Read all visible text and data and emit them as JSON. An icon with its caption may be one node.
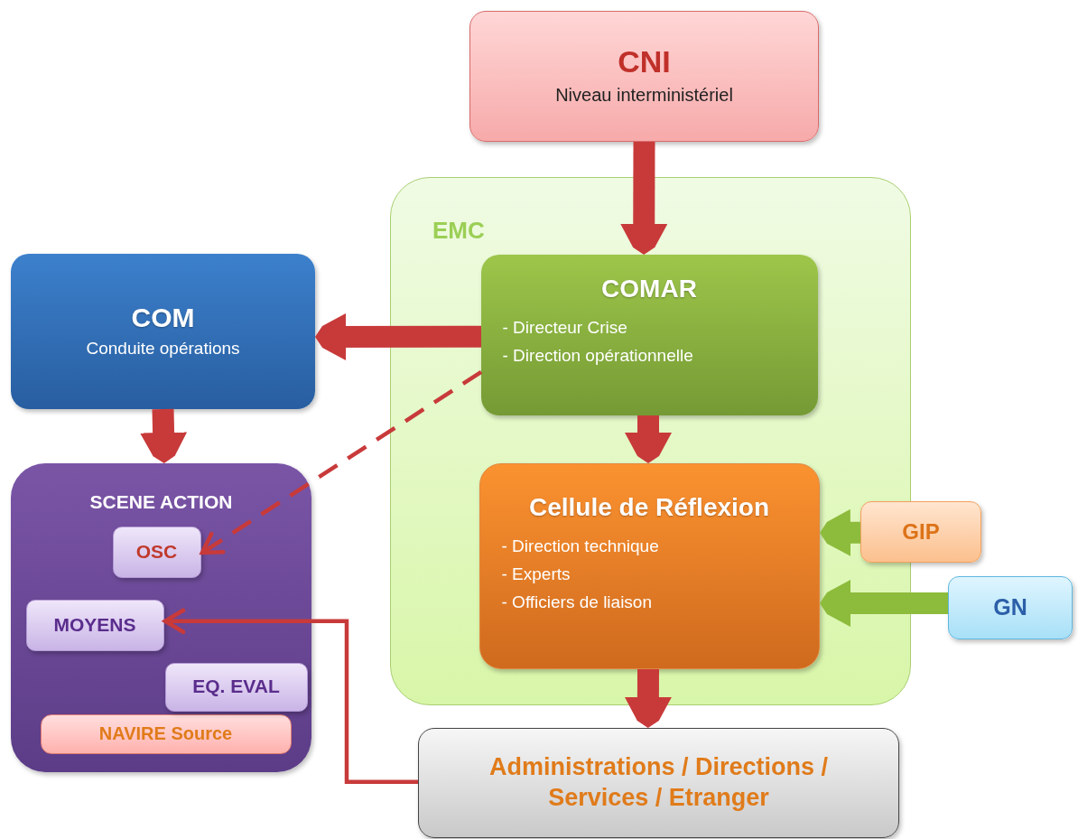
{
  "diagram": {
    "nodes": [
      {
        "text": [
          "CNI",
          "Niveau interministériel"
        ]
      },
      {
        "text": [
          "EMC"
        ]
      },
      {
        "text": [
          "COMAR",
          "- Directeur Crise",
          "- Direction opérationnelle"
        ],
        "in": 1
      },
      {
        "text": [
          "Cellule de Réflexion",
          "- Direction technique",
          "- Experts",
          "- Officiers de liaison"
        ],
        "in": 1
      },
      {
        "text": [
          "COM",
          "Conduite opérations"
        ]
      },
      {
        "text": [
          "SCENE ACTION"
        ]
      },
      {
        "text": [
          "OSC"
        ],
        "in": 5
      },
      {
        "text": [
          "MOYENS"
        ],
        "in": 5
      },
      {
        "text": [
          "NAVIRE Source"
        ],
        "in": 5
      },
      {
        "text": [
          "EQ. EVAL"
        ],
        "in": 5
      },
      {
        "text": [
          "GIP"
        ]
      },
      {
        "text": [
          "GN"
        ]
      },
      {
        "text": [
          "Administrations / Directions / Services / Etranger"
        ]
      }
    ],
    "edges": [
      {
        "from": 0,
        "to": 2,
        "arrow": "to"
      },
      {
        "from": 2,
        "to": 4,
        "arrow": "to"
      },
      {
        "from": 4,
        "to": 5,
        "arrow": "to"
      },
      {
        "from": 2,
        "to": 3,
        "arrow": "to"
      },
      {
        "from": 3,
        "to": 12,
        "arrow": "to"
      },
      {
        "from": 10,
        "to": 3,
        "arrow": "to",
        "color": "#8dbb3c"
      },
      {
        "from": 11,
        "to": 3,
        "arrow": "to",
        "color": "#8dbb3c"
      },
      {
        "from": 2,
        "to": 6,
        "arrow": "to",
        "style": "dashed"
      },
      {
        "from": 12,
        "to": 7,
        "arrow": "to"
      }
    ]
  }
}
